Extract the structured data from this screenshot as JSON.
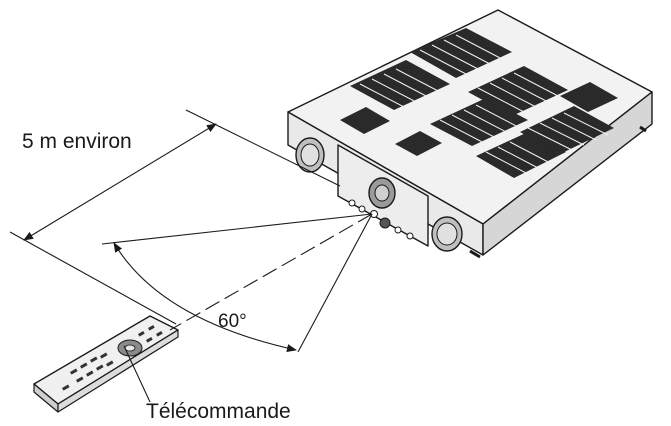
{
  "labels": {
    "distance": "5 m environ",
    "angle": "60°",
    "remote": "Télécommande"
  }
}
